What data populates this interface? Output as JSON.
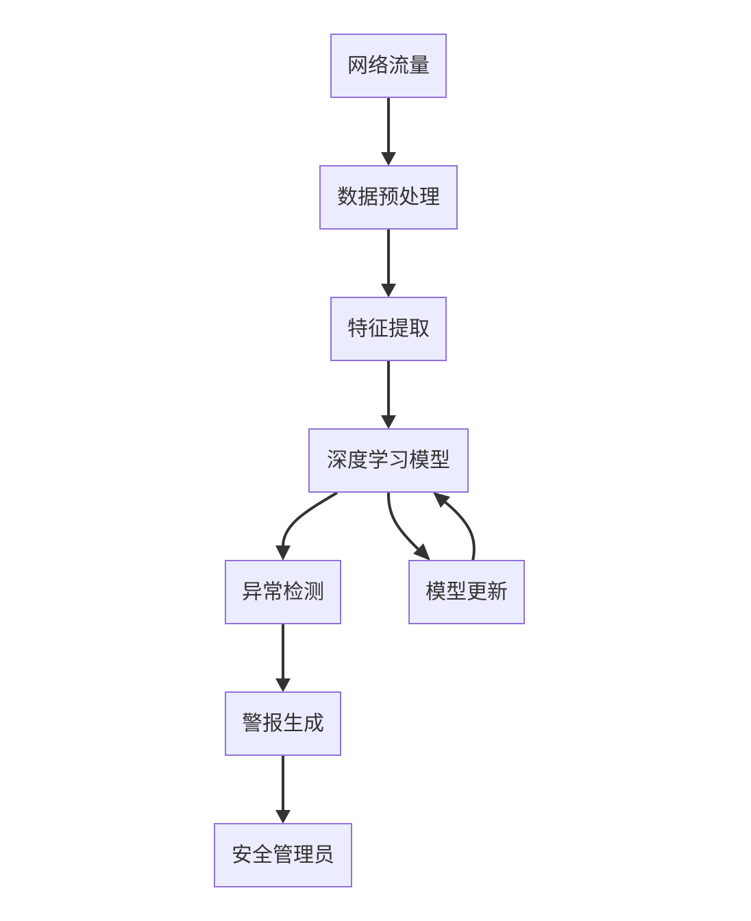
{
  "diagram": {
    "type": "flowchart",
    "colors": {
      "node_fill": "#ececff",
      "node_border": "#9370db",
      "edge": "#333333",
      "text": "#333333"
    },
    "nodes": {
      "traffic": "网络流量",
      "preprocess": "数据预处理",
      "features": "特征提取",
      "model": "深度学习模型",
      "anomaly": "异常检测",
      "update": "模型更新",
      "alert": "警报生成",
      "admin": "安全管理员"
    },
    "edges": [
      {
        "from": "traffic",
        "to": "preprocess"
      },
      {
        "from": "preprocess",
        "to": "features"
      },
      {
        "from": "features",
        "to": "model"
      },
      {
        "from": "model",
        "to": "anomaly"
      },
      {
        "from": "model",
        "to": "update"
      },
      {
        "from": "update",
        "to": "model"
      },
      {
        "from": "anomaly",
        "to": "alert"
      },
      {
        "from": "alert",
        "to": "admin"
      }
    ]
  }
}
